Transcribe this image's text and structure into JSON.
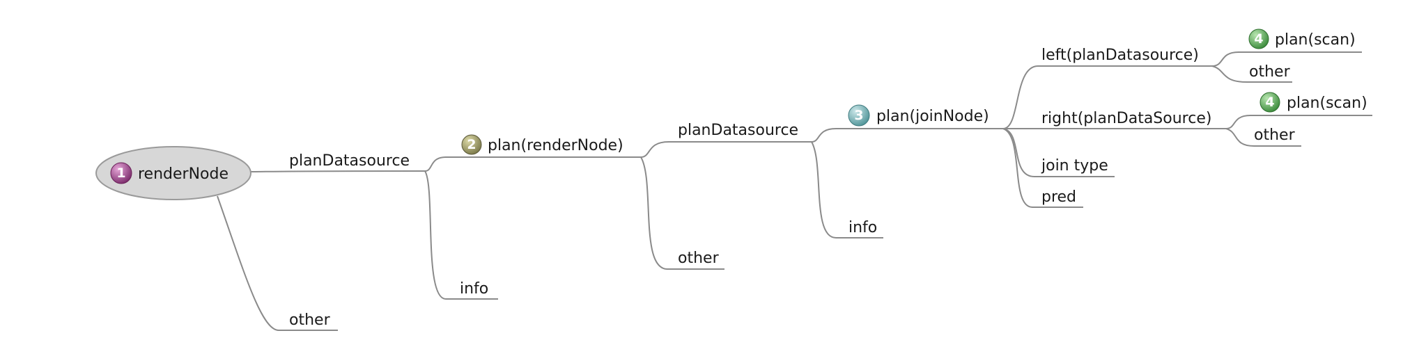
{
  "colors": {
    "root_fill": "#d7d7d7",
    "root_stroke": "#9a9a9a",
    "connector": "#8a8a8a",
    "badge_1": "#8b3a7a",
    "badge_2": "#8c8a5a",
    "badge_3": "#6aa5a8",
    "badge_4": "#4c9a4c"
  },
  "root": {
    "label": "renderNode",
    "badge": "1"
  },
  "nodes": {
    "n_planDatasource_1": {
      "label": "planDatasource"
    },
    "n_other_1": {
      "label": "other"
    },
    "n_plan_renderNode": {
      "label": "plan(renderNode)",
      "badge": "2"
    },
    "n_info_1": {
      "label": "info"
    },
    "n_planDatasource_2": {
      "label": "planDatasource"
    },
    "n_other_2": {
      "label": "other"
    },
    "n_plan_joinNode": {
      "label": "plan(joinNode)",
      "badge": "3"
    },
    "n_info_2": {
      "label": "info"
    },
    "n_left": {
      "label": "left(planDatasource)"
    },
    "n_right": {
      "label": "right(planDataSource)"
    },
    "n_join_type": {
      "label": "join type"
    },
    "n_pred": {
      "label": "pred"
    },
    "n_plan_scan_1": {
      "label": "plan(scan)",
      "badge": "4"
    },
    "n_other_3": {
      "label": "other"
    },
    "n_plan_scan_2": {
      "label": "plan(scan)",
      "badge": "4"
    },
    "n_other_4": {
      "label": "other"
    }
  }
}
